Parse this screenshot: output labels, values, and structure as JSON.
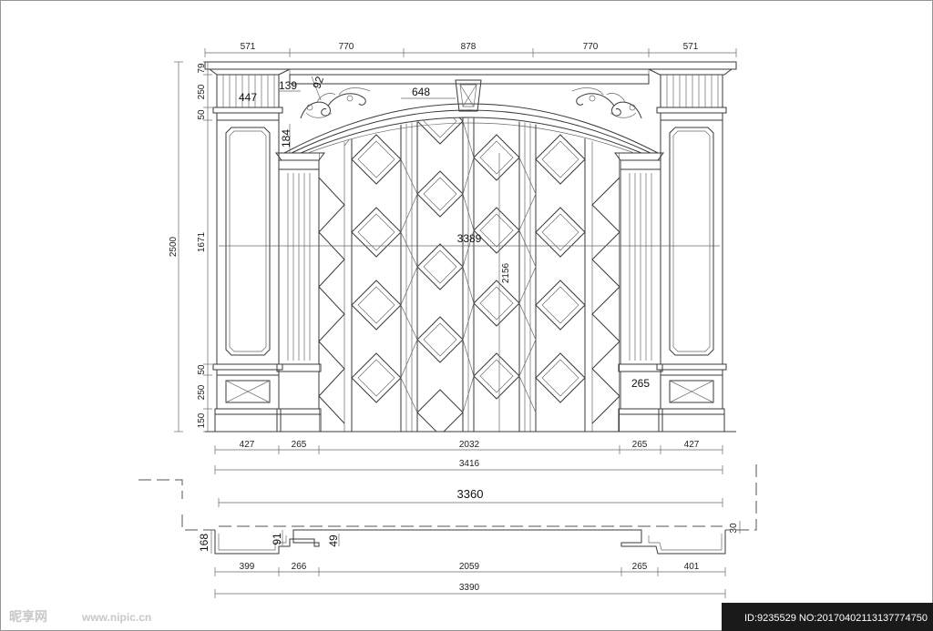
{
  "elevation": {
    "top_dims": [
      "571",
      "770",
      "878",
      "770",
      "571"
    ],
    "left_dims": [
      "79",
      "250",
      "50",
      "1671",
      "50",
      "250",
      "150"
    ],
    "overall_height": "2500",
    "overall_width_label": "3389",
    "gate_height": "2156",
    "capital_label": "447",
    "arch_dims": {
      "a": "139",
      "b": "92",
      "c": "184",
      "d": "648"
    },
    "pilaster_label": "265",
    "bottom_dims": [
      "427",
      "265",
      "2032",
      "265",
      "427"
    ],
    "bottom_total": "3416"
  },
  "plan": {
    "top_total": "3360",
    "depth_left": "168",
    "depth_step": "91",
    "depth_mid": "49",
    "depth_right": "30",
    "bottom_dims": [
      "399",
      "266",
      "2059",
      "265",
      "401"
    ],
    "bottom_total": "3390"
  },
  "watermark": {
    "logo": "昵享网",
    "url": "www.nipic.cn"
  },
  "footer": {
    "id_text": "ID:9235529 NO:20170402113137774750"
  }
}
